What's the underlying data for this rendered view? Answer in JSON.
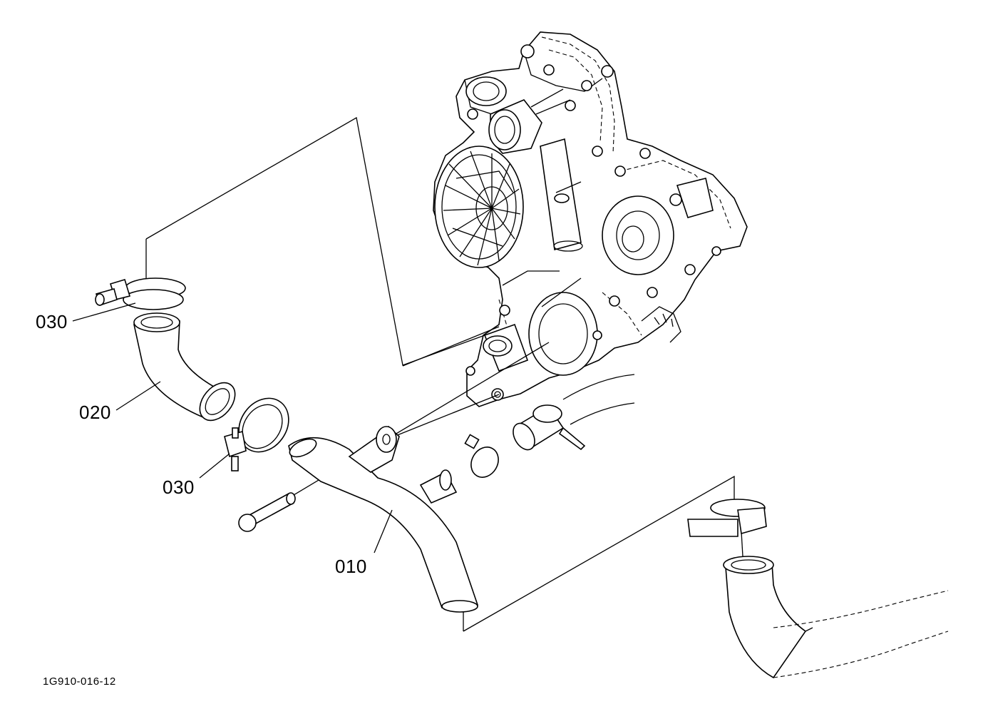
{
  "callouts": {
    "clamp_upper": "030",
    "hose": "020",
    "clamp_lower": "030",
    "pipe": "010"
  },
  "drawing_code": "1G910-016-12"
}
